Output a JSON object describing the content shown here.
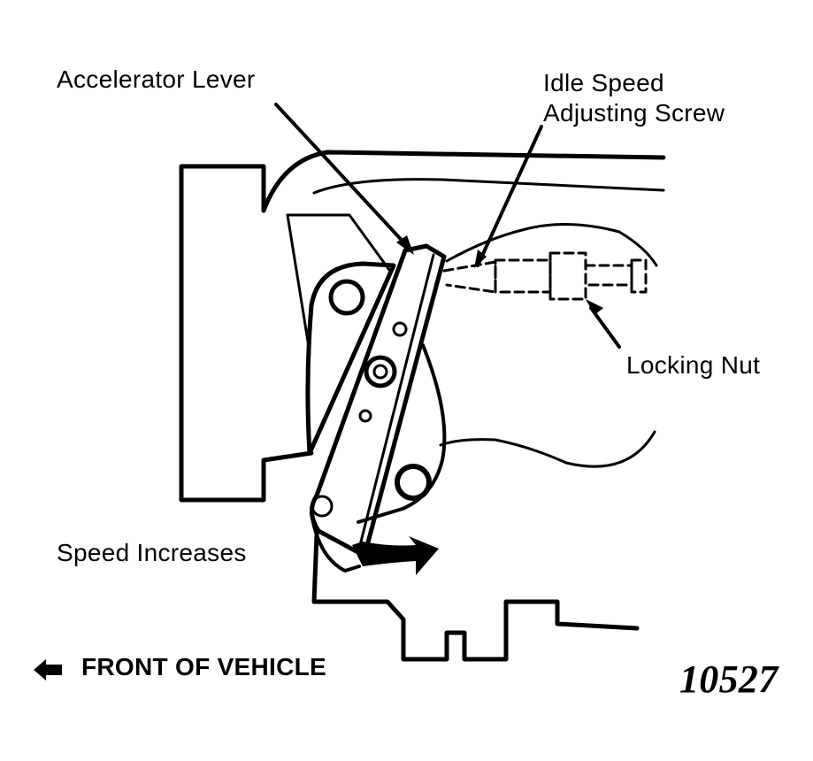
{
  "labels": {
    "accelerator_lever": "Accelerator Lever",
    "idle_speed_line1": "Idle Speed",
    "idle_speed_line2": "Adjusting Screw",
    "locking_nut": "Locking Nut",
    "speed_increases": "Speed Increases",
    "front_of_vehicle": "FRONT OF VEHICLE",
    "figure_number": "10527"
  },
  "colors": {
    "ink": "#000000",
    "paper": "#ffffff"
  }
}
